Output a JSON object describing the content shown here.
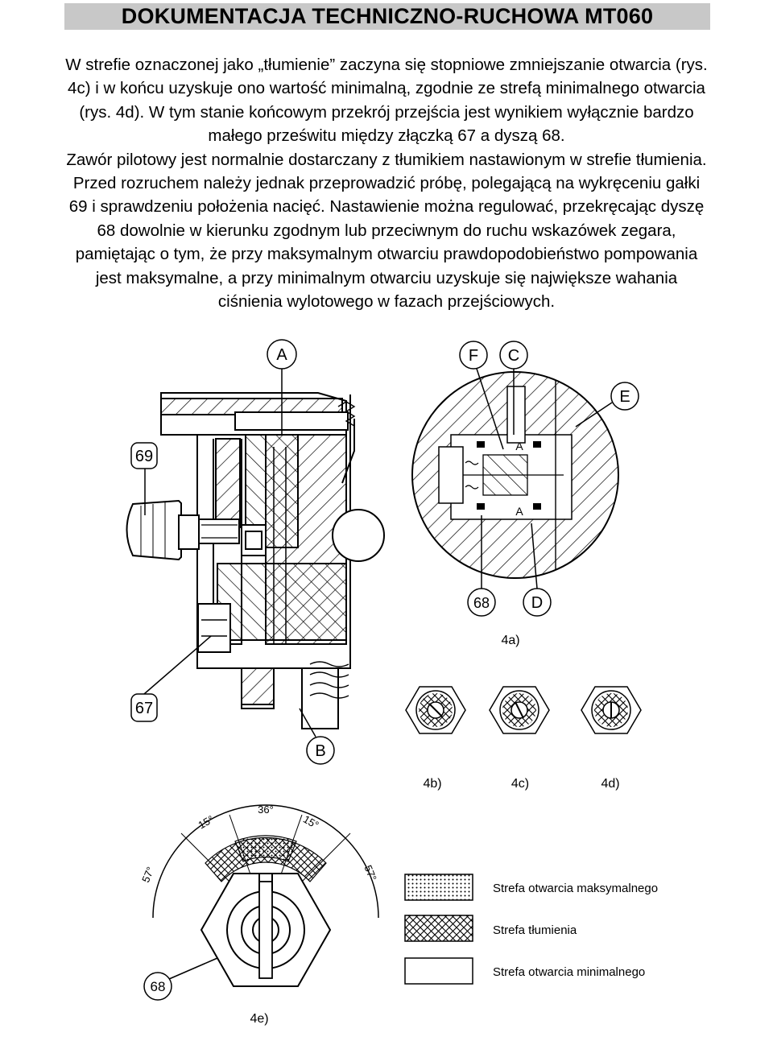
{
  "header": {
    "title": "DOKUMENTACJA TECHNICZNO-RUCHOWA MT060"
  },
  "body_text": {
    "lines": [
      "W strefie oznaczonej jako „tłumienie” zaczyna się stopniowe zmniejszanie otwarcia (rys.",
      "4c) i w końcu uzyskuje ono wartość minimalną, zgodnie ze strefą minimalnego otwarcia",
      "(rys. 4d). W tym stanie końcowym przekrój przejścia jest wynikiem wyłącznie bardzo",
      "małego prześwitu między złączką 67 a dyszą 68.",
      "Zawór pilotowy jest normalnie dostarczany z tłumikiem nastawionym w strefie tłumienia.",
      "Przed rozruchem należy jednak przeprowadzić próbę, polegającą na wykręceniu gałki",
      "69 i sprawdzeniu położenia nacięć. Nastawienie można regulować, przekręcając dyszę",
      "68 dowolnie w kierunku zgodnym lub przeciwnym do ruchu wskazówek zegara,",
      "pamiętając o tym, że przy maksymalnym otwarciu prawdopodobieństwo pompowania",
      "jest maksymalne, a przy minimalnym otwarciu uzyskuje się największe wahania",
      "ciśnienia wylotowego w fazach przejściowych."
    ]
  },
  "figure_main": {
    "callouts": {
      "a": "A",
      "b": "B",
      "n69": "69",
      "n67": "67"
    }
  },
  "figure_4a": {
    "caption": "4a)",
    "callouts": {
      "f": "F",
      "c": "C",
      "e": "E",
      "n68": "68",
      "d": "D",
      "section_top": "A",
      "section_bottom": "A"
    }
  },
  "figure_4bcd": {
    "captions": [
      "4b)",
      "4c)",
      "4d)"
    ]
  },
  "figure_4e": {
    "caption": "4e)",
    "callout": "68",
    "angles": {
      "left_outer": "57°",
      "left_inner": "15°",
      "center": "36°",
      "right_inner": "15°",
      "right_outer": "57°"
    }
  },
  "legend": {
    "items": [
      {
        "label": "Strefa otwarcia maksymalnego",
        "pattern": "dots"
      },
      {
        "label": "Strefa tłumienia",
        "pattern": "crosshatch"
      },
      {
        "label": "Strefa otwarcia minimalnego",
        "pattern": "blank"
      }
    ]
  }
}
